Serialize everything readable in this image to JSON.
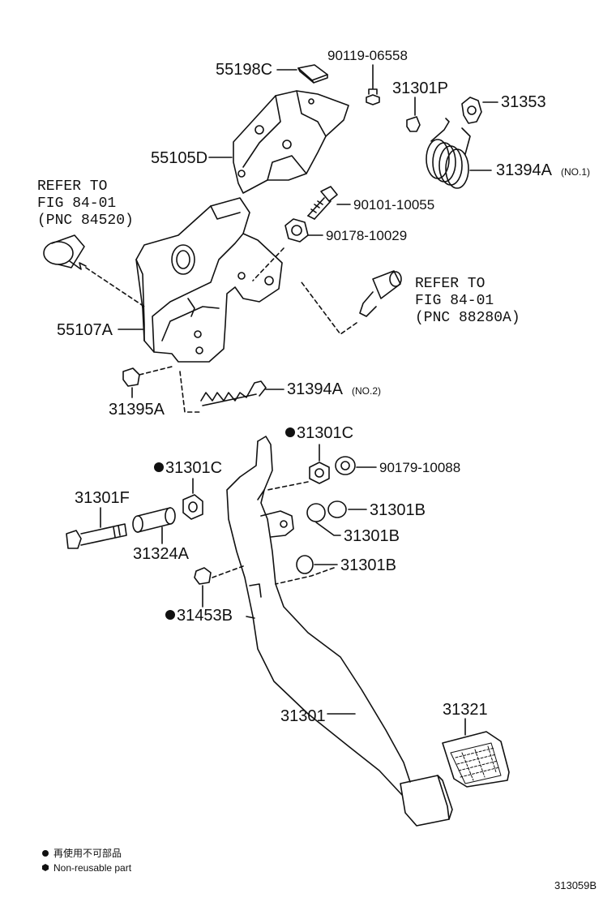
{
  "parts": {
    "p55198C": "55198C",
    "p90119": "90119-06558",
    "p31301P": "31301P",
    "p31353": "31353",
    "p55105D": "55105D",
    "p31394A_1": "31394A",
    "no1": "(NO.1)",
    "p90101": "90101-10055",
    "p90178": "90178-10029",
    "p55107A": "55107A",
    "p31394A_2": "31394A",
    "no2": "(NO.2)",
    "p31395A": "31395A",
    "p31301C_a": "31301C",
    "p90179": "90179-10088",
    "p31301C_b": "31301C",
    "p31301F": "31301F",
    "p31301B_a": "31301B",
    "p31301B_b": "31301B",
    "p31301B_c": "31301B",
    "p31324A": "31324A",
    "p31453B": "31453B",
    "p31301": "31301",
    "p31321": "31321"
  },
  "refs": {
    "ref1": "REFER TO\nFIG 84-01\n(PNC 84520)",
    "ref2": "REFER TO\nFIG 84-01\n(PNC 88280A)"
  },
  "legend": {
    "line1": "再使用不可部品",
    "line2": "Non-reusable part"
  },
  "figure_code": "313059B"
}
